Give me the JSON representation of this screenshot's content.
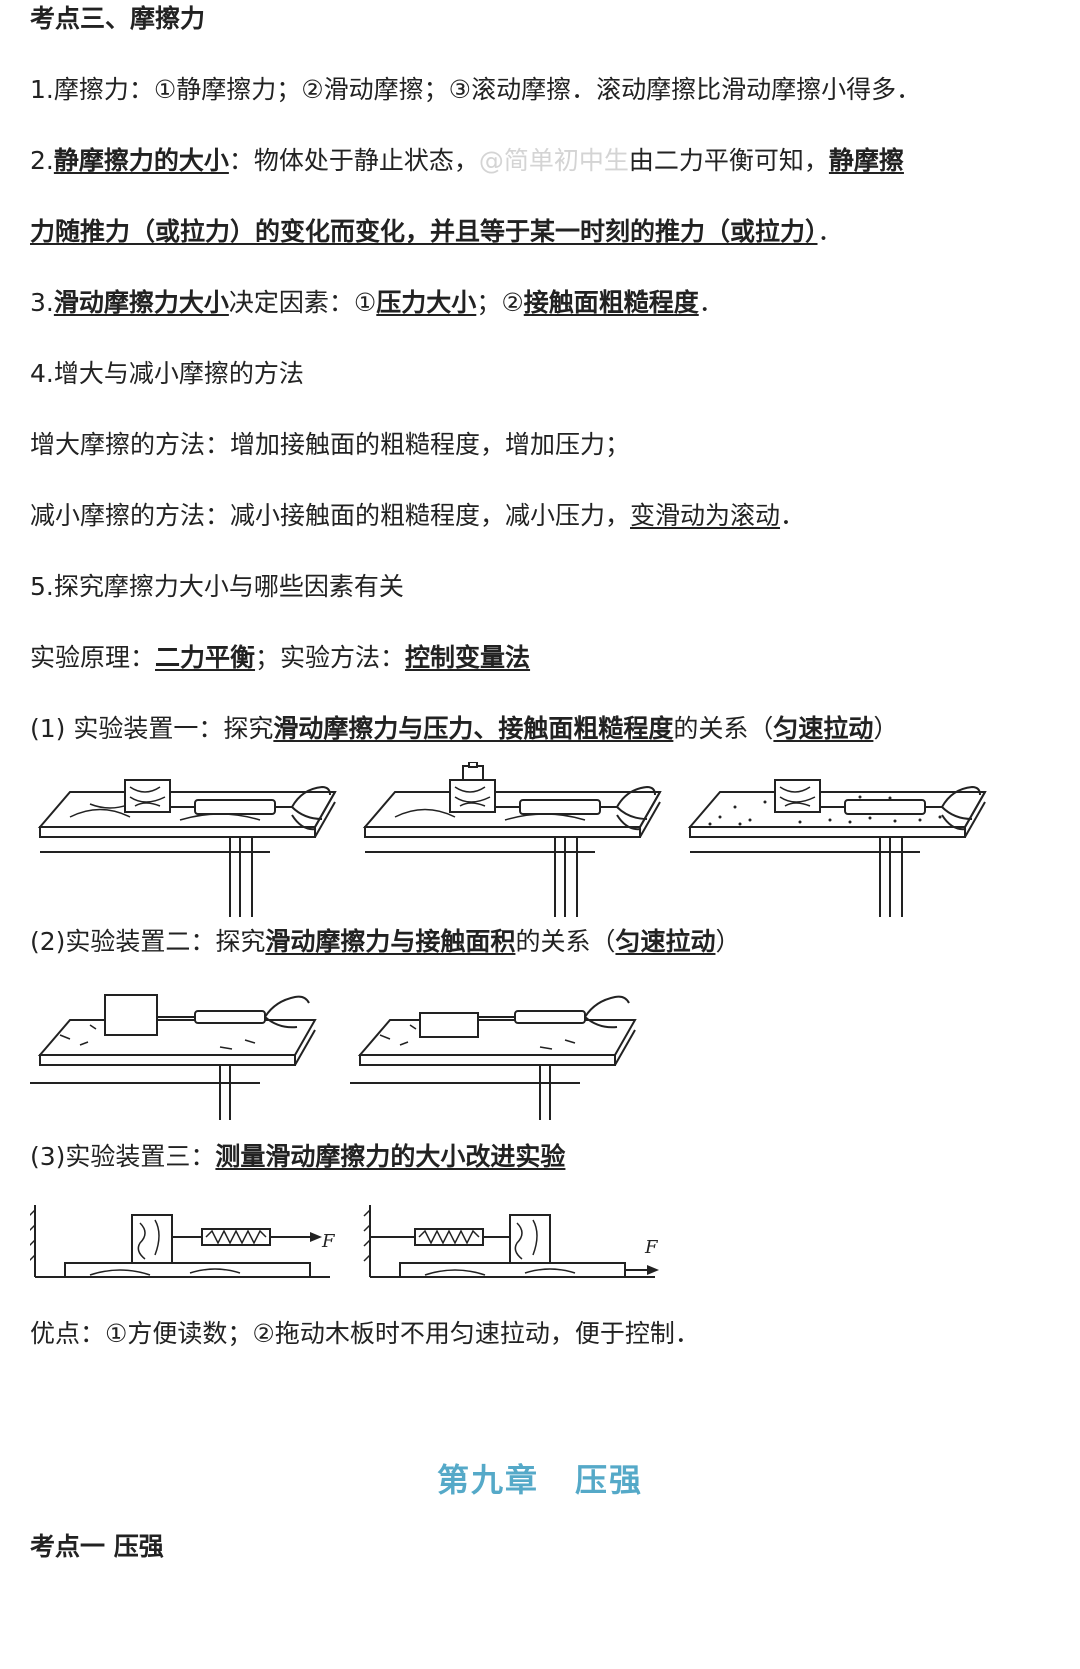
{
  "heading": "考点三、摩擦力",
  "p1": {
    "text": "1.摩擦力：①静摩擦力；②滑动摩擦；③滚动摩擦．滚动摩擦比滑动摩擦小得多．"
  },
  "p2": {
    "prefix": "2.",
    "term": "静摩擦力的大小",
    "text1": "：物体处于静止状态，",
    "watermark": "@简单初中生",
    "text2": "由二力平衡可知，",
    "em1": "静摩擦",
    "em2": "力随推力（或拉力）的变化而变化，并且等于某一时刻的推力（或拉力）",
    "end": "．"
  },
  "p3": {
    "prefix": "3.",
    "term": "滑动摩擦力大小",
    "text1": "决定因素：①",
    "f1": "压力大小",
    "text2": "；②",
    "f2": "接触面粗糙程度",
    "end": "．"
  },
  "p4": {
    "text": "4.增大与减小摩擦的方法"
  },
  "increase": {
    "text": "增大摩擦的方法：增加接触面的粗糙程度，增加压力；"
  },
  "decrease": {
    "text": "减小摩擦的方法：减小接触面的粗糙程度，减小压力，",
    "em": "变滑动为滚动",
    "end": "．"
  },
  "p5": {
    "text": "5.探究摩擦力大小与哪些因素有关"
  },
  "principle": {
    "label1": "实验原理：",
    "val1": "二力平衡",
    "label2": "；实验方法：",
    "val2": "控制变量法"
  },
  "exp1": {
    "prefix": "(1)  实验装置一：探究",
    "em": "滑动摩擦力与压力、接触面粗糙程度",
    "mid": "的关系（",
    "em2": "匀速拉动",
    "end": "）"
  },
  "exp2": {
    "prefix": "(2)实验装置二：探究",
    "em": "滑动摩擦力与接触面积",
    "mid": "的关系（",
    "em2": "匀速拉动",
    "end": "）"
  },
  "exp3": {
    "prefix": "(3)实验装置三：",
    "em": "测量滑动摩擦力的大小改进实验"
  },
  "figure3": {
    "force_label": "F"
  },
  "advantage": {
    "text": "优点：①方便读数；②拖动木板时不用匀速拉动，便于控制．"
  },
  "chapter": {
    "num": "第九章",
    "title": "压强"
  },
  "next_heading": "考点一  压强",
  "colors": {
    "chapter": "#55a9c8",
    "watermark": "#d4d4d4",
    "text": "#222222"
  }
}
